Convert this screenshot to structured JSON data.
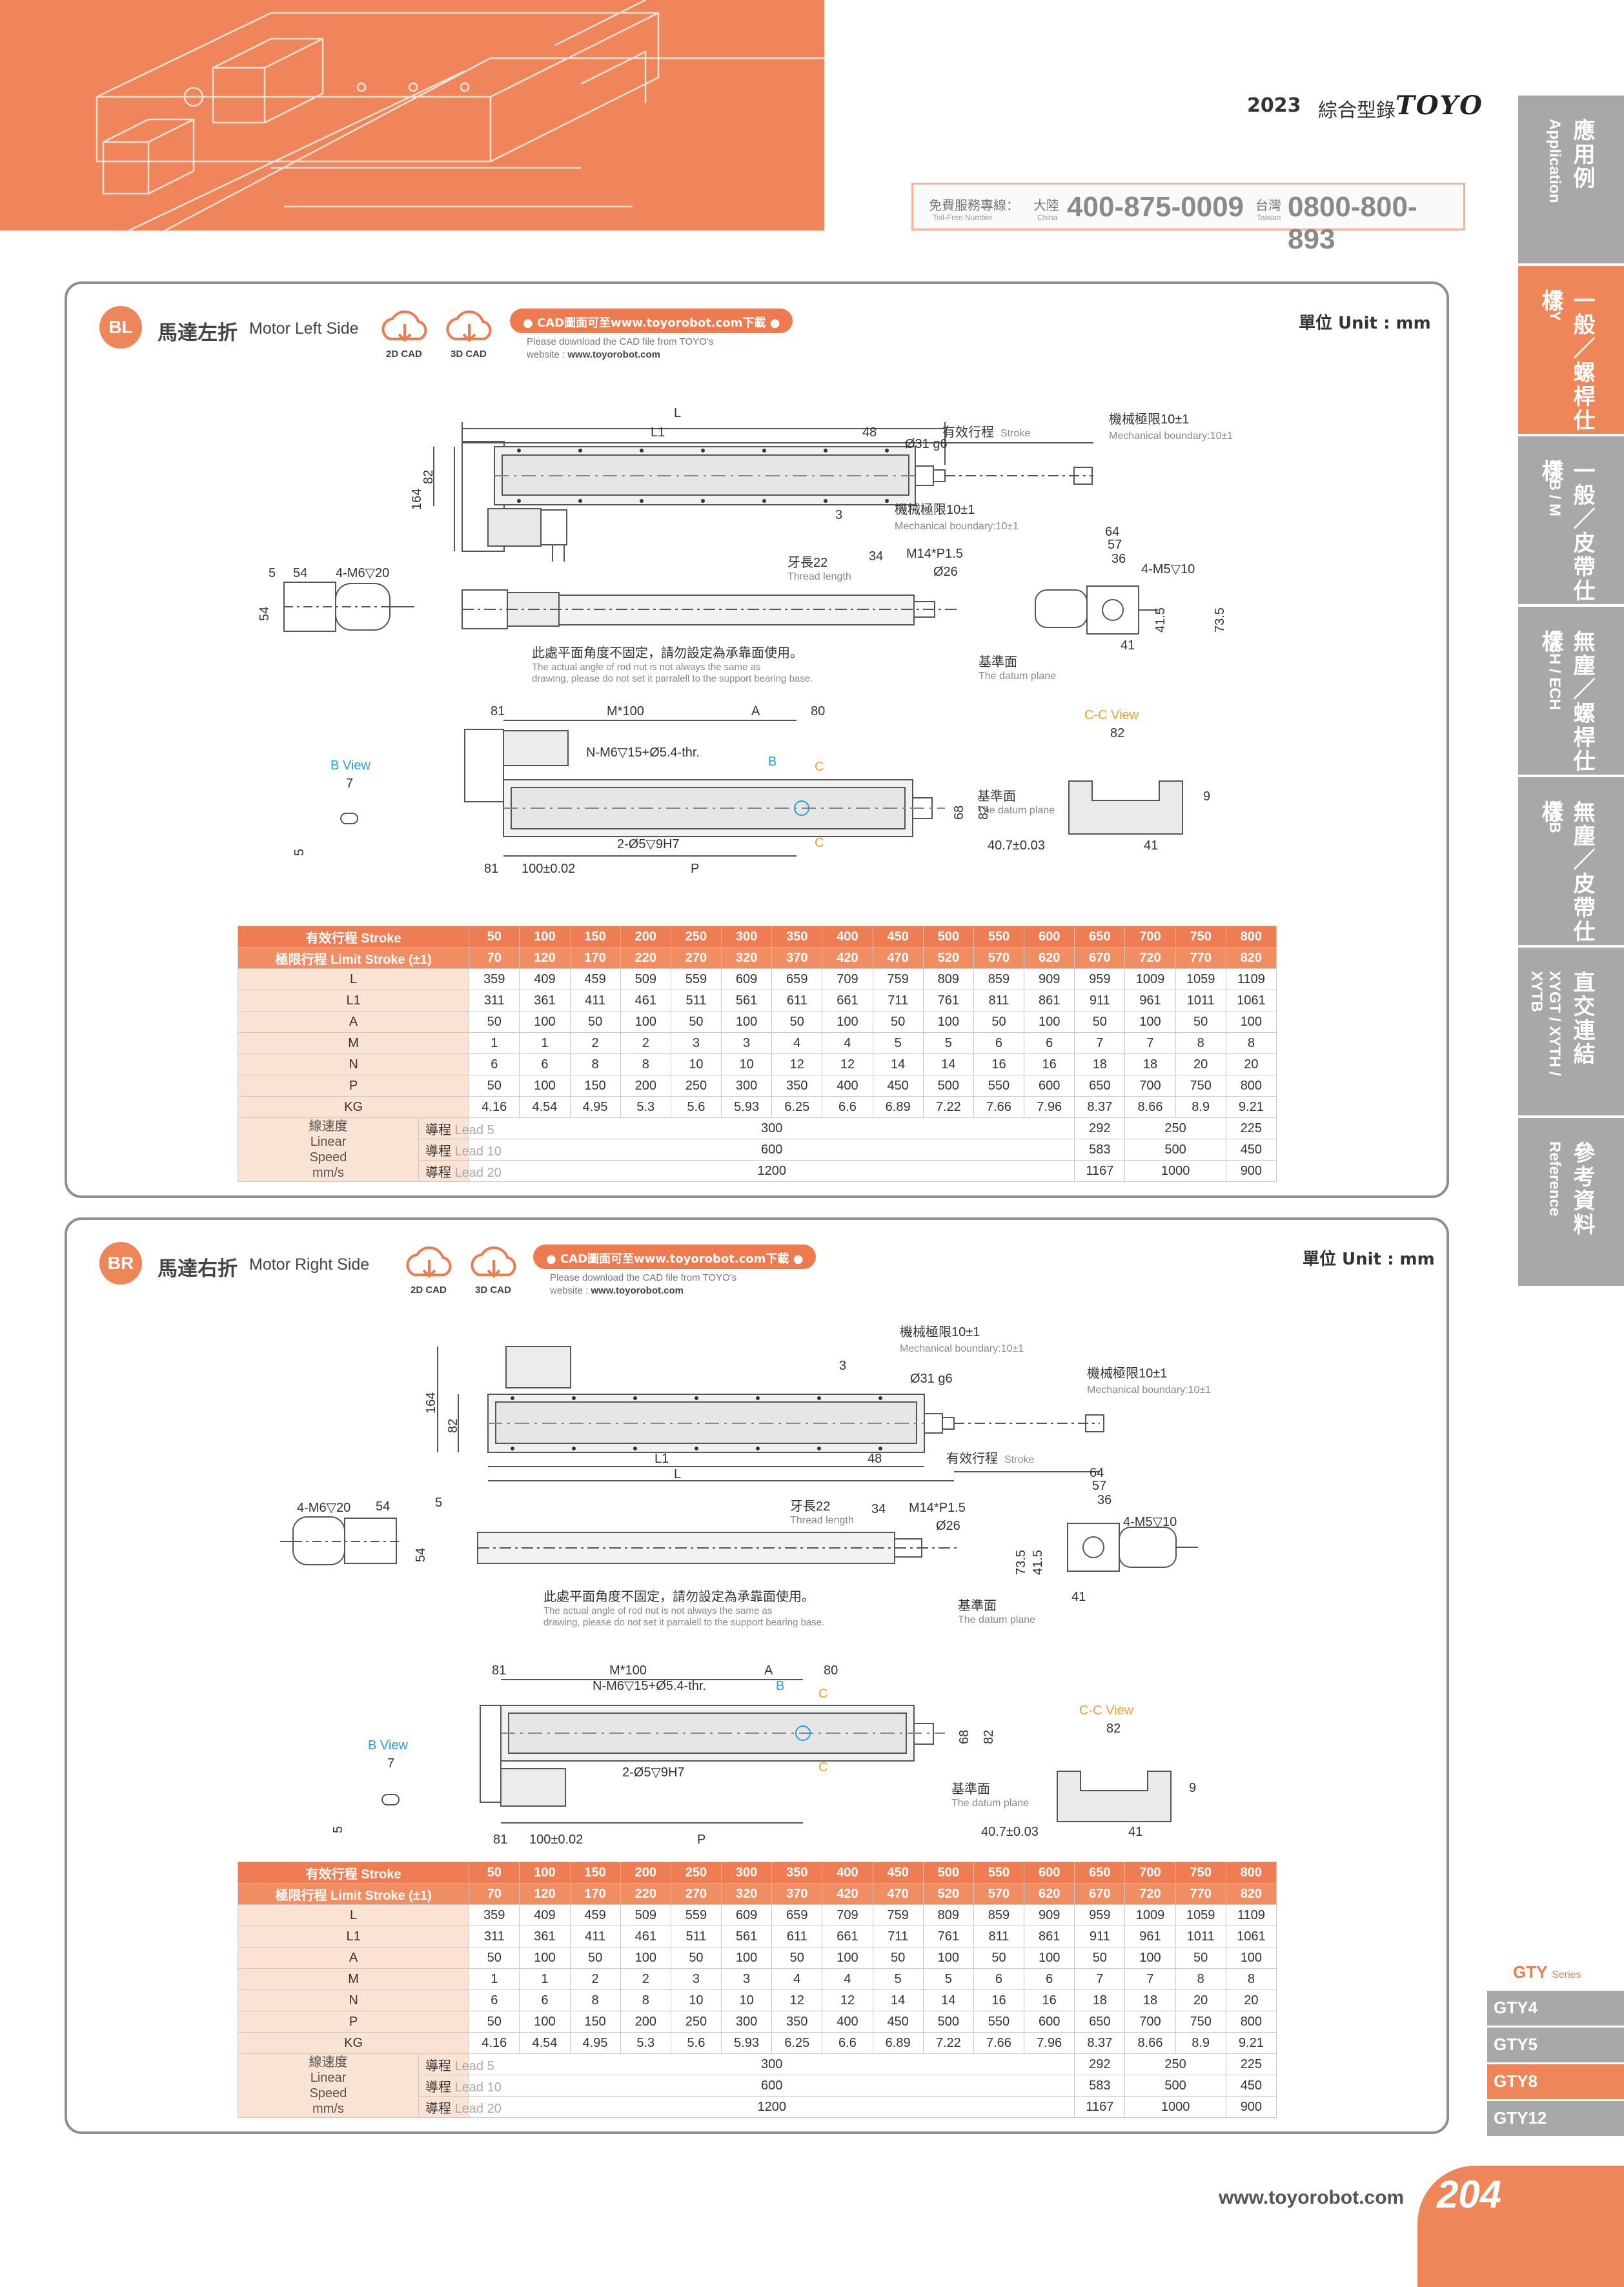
{
  "header": {
    "year": "2023",
    "catalog_title": "綜合型錄",
    "brand": "TOYO",
    "hotline": {
      "label_zh": "免費服務專線：",
      "label_en": "Toll-Free Number",
      "china_zh": "大陸",
      "china_en": "China",
      "china_number": "400-875-0009",
      "taiwan_zh": "台灣",
      "taiwan_en": "Taiwan",
      "taiwan_number": "0800-800-893"
    }
  },
  "side_tabs": [
    {
      "zh": "應用例",
      "en": "Application",
      "active": false
    },
    {
      "zh": "一般／螺桿仕樣",
      "en": "GTY",
      "active": true
    },
    {
      "zh": "一般／皮帶仕樣",
      "en": "ETB / M",
      "active": false
    },
    {
      "zh": "無塵／螺桿仕樣",
      "en": "GCH / ECH",
      "active": false
    },
    {
      "zh": "無塵／皮帶仕樣",
      "en": "ECB",
      "active": false
    },
    {
      "zh": "直交連結",
      "en": "XYGT / XYTH / XYTB",
      "active": false
    },
    {
      "zh": "參考資料",
      "en": "Reference",
      "active": false
    }
  ],
  "series": {
    "title": "GTY",
    "suffix": "Series",
    "items": [
      {
        "label": "GTY4",
        "active": false
      },
      {
        "label": "GTY5",
        "active": false
      },
      {
        "label": "GTY8",
        "active": true
      },
      {
        "label": "GTY12",
        "active": false
      }
    ]
  },
  "footer": {
    "url": "www.toyorobot.com",
    "page": "204"
  },
  "cad_common": {
    "cad2d": "2D CAD",
    "cad3d": "3D CAD",
    "pill": "● CAD圖面可至www.toyorobot.com下載 ●",
    "note_line1": "Please download the CAD file from TOYO's",
    "note_prefix": "website : ",
    "note_site": "www.toyorobot.com",
    "unit": "單位 Unit : mm"
  },
  "drawing_labels": {
    "L": "L",
    "L1": "L1",
    "A": "A",
    "P": "P",
    "M100": "M*100",
    "stroke_zh": "有效行程",
    "stroke_en": "Stroke",
    "mech_zh": "機械極限10±1",
    "mech_en": "Mechanical boundary:10±1",
    "rod": "Ø31 g6",
    "thread_zh": "牙長22",
    "thread_en": "Thread length",
    "m14": "M14*P1.5",
    "d26": "Ø26",
    "tap_side": "4-M6▽20",
    "tap_end": "4-M5▽10",
    "n_thr": "N-M6▽15+Ø5.4-thr.",
    "pin": "2-Ø5▽9H7",
    "note_zh": "此處平面角度不固定，請勿設定為承靠面使用。",
    "note_en1": "The actual angle of rod nut is not always the same as",
    "note_en2": "drawing, please do not set it parralell to the support bearing base.",
    "datum_zh": "基準面",
    "datum_en": "The datum plane",
    "b_view": "B View",
    "cc_view": "C-C View",
    "B": "B",
    "C": "C",
    "tol": "100±0.02",
    "datum_dim": "40.7±0.03",
    "pin_tol": "5",
    "d164": "164",
    "d82": "82",
    "d48": "48",
    "d3": "3",
    "d34": "34",
    "d64": "64",
    "d57": "57",
    "d36": "36",
    "d54": "54",
    "d5": "5",
    "d41_5": "41.5",
    "d73_5": "73.5",
    "d41": "41",
    "d81": "81",
    "d80": "80",
    "d68": "68",
    "d9": "9",
    "d7": "7"
  },
  "panels": [
    {
      "badge": "BL",
      "title_zh": "馬達左折",
      "title_en": "Motor Left Side"
    },
    {
      "badge": "BR",
      "title_zh": "馬達右折",
      "title_en": "Motor Right Side"
    }
  ],
  "spec_table": {
    "stroke_label": "有效行程 Stroke",
    "stroke": [
      "50",
      "100",
      "150",
      "200",
      "250",
      "300",
      "350",
      "400",
      "450",
      "500",
      "550",
      "600",
      "650",
      "700",
      "750",
      "800"
    ],
    "limit_label": "極限行程 Limit Stroke (±1)",
    "limit": [
      "70",
      "120",
      "170",
      "220",
      "270",
      "320",
      "370",
      "420",
      "470",
      "520",
      "570",
      "620",
      "670",
      "720",
      "770",
      "820"
    ],
    "rows": [
      {
        "label": "L",
        "values": [
          "359",
          "409",
          "459",
          "509",
          "559",
          "609",
          "659",
          "709",
          "759",
          "809",
          "859",
          "909",
          "959",
          "1009",
          "1059",
          "1109"
        ]
      },
      {
        "label": "L1",
        "values": [
          "311",
          "361",
          "411",
          "461",
          "511",
          "561",
          "611",
          "661",
          "711",
          "761",
          "811",
          "861",
          "911",
          "961",
          "1011",
          "1061"
        ]
      },
      {
        "label": "A",
        "values": [
          "50",
          "100",
          "50",
          "100",
          "50",
          "100",
          "50",
          "100",
          "50",
          "100",
          "50",
          "100",
          "50",
          "100",
          "50",
          "100"
        ]
      },
      {
        "label": "M",
        "values": [
          "1",
          "1",
          "2",
          "2",
          "3",
          "3",
          "4",
          "4",
          "5",
          "5",
          "6",
          "6",
          "7",
          "7",
          "8",
          "8"
        ]
      },
      {
        "label": "N",
        "values": [
          "6",
          "6",
          "8",
          "8",
          "10",
          "10",
          "12",
          "12",
          "14",
          "14",
          "16",
          "16",
          "18",
          "18",
          "20",
          "20"
        ]
      },
      {
        "label": "P",
        "values": [
          "50",
          "100",
          "150",
          "200",
          "250",
          "300",
          "350",
          "400",
          "450",
          "500",
          "550",
          "600",
          "650",
          "700",
          "750",
          "800"
        ]
      },
      {
        "label": "KG",
        "values": [
          "4.16",
          "4.54",
          "4.95",
          "5.3",
          "5.6",
          "5.93",
          "6.25",
          "6.6",
          "6.89",
          "7.22",
          "7.66",
          "7.96",
          "8.37",
          "8.66",
          "8.9",
          "9.21"
        ]
      }
    ],
    "speed_header": {
      "zh": "線速度",
      "en1": "Linear",
      "en2": "Speed",
      "unit": "mm/s"
    },
    "speed_rows": [
      {
        "lead_zh": "導程",
        "lead_en": "Lead 5",
        "v1": "300",
        "v2": "292",
        "v3": "250",
        "v4": "225"
      },
      {
        "lead_zh": "導程",
        "lead_en": "Lead 10",
        "v1": "600",
        "v2": "583",
        "v3": "500",
        "v4": "450"
      },
      {
        "lead_zh": "導程",
        "lead_en": "Lead 20",
        "v1": "1200",
        "v2": "1167",
        "v3": "1000",
        "v4": "900"
      }
    ]
  },
  "colors": {
    "accent": "#ee8659",
    "tab_gray": "#a8a8a8",
    "blue_note": "#2a9fd6",
    "orange_note": "#f0a030"
  }
}
